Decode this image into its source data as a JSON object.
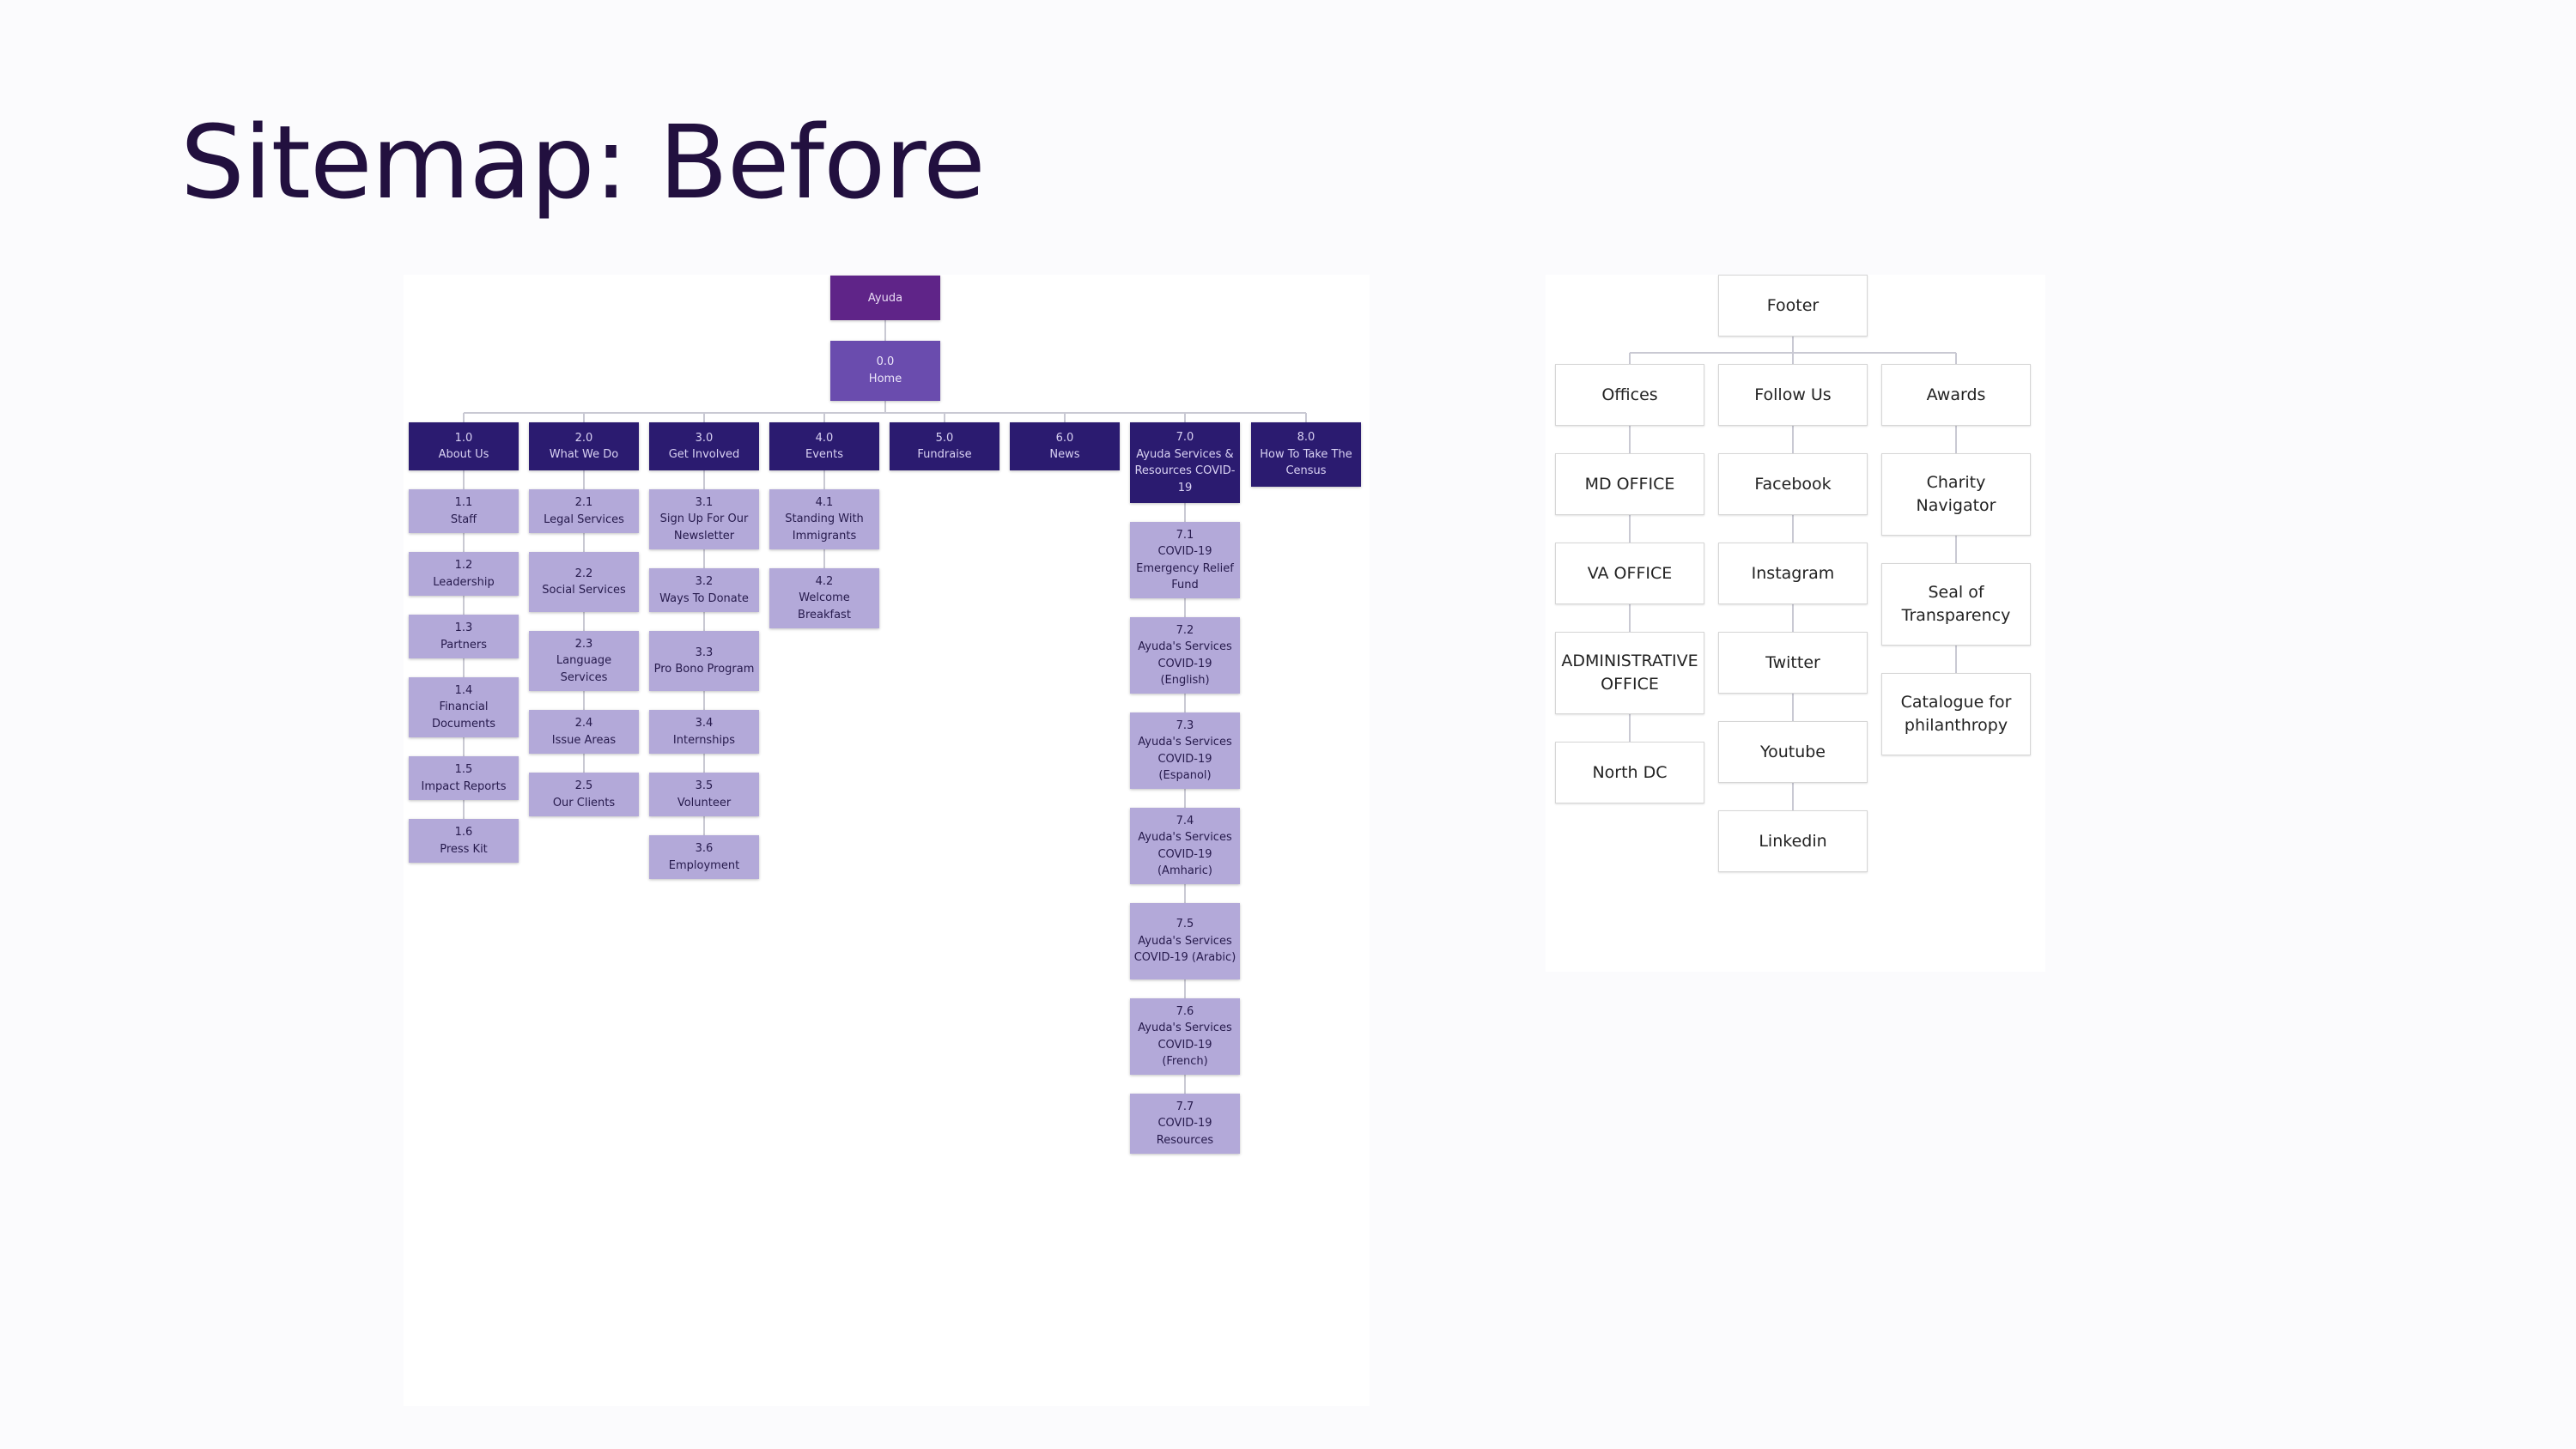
{
  "page": {
    "title": "Sitemap: Before"
  },
  "sitemap": {
    "root": "Ayuda",
    "home": {
      "code": "0.0",
      "label": "Home"
    },
    "sections": [
      {
        "code": "1.0",
        "label": "About Us",
        "children": [
          {
            "code": "1.1",
            "label": "Staff"
          },
          {
            "code": "1.2",
            "label": "Leadership"
          },
          {
            "code": "1.3",
            "label": "Partners"
          },
          {
            "code": "1.4",
            "label": "Financial Documents"
          },
          {
            "code": "1.5",
            "label": "Impact Reports"
          },
          {
            "code": "1.6",
            "label": "Press Kit"
          }
        ]
      },
      {
        "code": "2.0",
        "label": "What We Do",
        "children": [
          {
            "code": "2.1",
            "label": "Legal Services"
          },
          {
            "code": "2.2",
            "label": "Social Services"
          },
          {
            "code": "2.3",
            "label": "Language Services"
          },
          {
            "code": "2.4",
            "label": "Issue Areas"
          },
          {
            "code": "2.5",
            "label": "Our Clients"
          }
        ]
      },
      {
        "code": "3.0",
        "label": "Get Involved",
        "children": [
          {
            "code": "3.1",
            "label": "Sign Up For Our Newsletter"
          },
          {
            "code": "3.2",
            "label": "Ways To Donate"
          },
          {
            "code": "3.3",
            "label": "Pro Bono Program"
          },
          {
            "code": "3.4",
            "label": "Internships"
          },
          {
            "code": "3.5",
            "label": "Volunteer"
          },
          {
            "code": "3.6",
            "label": "Employment"
          }
        ]
      },
      {
        "code": "4.0",
        "label": "Events",
        "children": [
          {
            "code": "4.1",
            "label": "Standing With Immigrants"
          },
          {
            "code": "4.2",
            "label": "Welcome Breakfast"
          }
        ]
      },
      {
        "code": "5.0",
        "label": "Fundraise",
        "children": []
      },
      {
        "code": "6.0",
        "label": "News",
        "children": []
      },
      {
        "code": "7.0",
        "label": "Ayuda Services & Resources COVID-19",
        "children": [
          {
            "code": "7.1",
            "label": "COVID-19 Emergency Relief Fund"
          },
          {
            "code": "7.2",
            "label": "Ayuda's Services COVID-19 (English)"
          },
          {
            "code": "7.3",
            "label": "Ayuda's Services COVID-19 (Espanol)"
          },
          {
            "code": "7.4",
            "label": "Ayuda's Services COVID-19 (Amharic)"
          },
          {
            "code": "7.5",
            "label": "Ayuda's Services COVID-19 (Arabic)"
          },
          {
            "code": "7.6",
            "label": "Ayuda's Services COVID-19 (French)"
          },
          {
            "code": "7.7",
            "label": "COVID-19 Resources"
          }
        ]
      },
      {
        "code": "8.0",
        "label": "How To Take The Census",
        "children": []
      }
    ]
  },
  "footer": {
    "root": "Footer",
    "groups": [
      {
        "label": "Offices",
        "items": [
          "MD OFFICE",
          "VA OFFICE",
          "ADMINISTRATIVE OFFICE",
          "North DC"
        ]
      },
      {
        "label": "Follow Us",
        "items": [
          "Facebook",
          "Instagram",
          "Twitter",
          "Youtube",
          "Linkedin"
        ]
      },
      {
        "label": "Awards",
        "items": [
          "Charity Navigator",
          "Seal of Transparency",
          "Catalogue for philanthropy"
        ]
      }
    ]
  },
  "colors": {
    "title": "#22103f",
    "root": "#5f2488",
    "home": "#6a4cae",
    "section": "#2b1b70",
    "page": "#b3a9d9",
    "connector": "#c9c9d3"
  }
}
